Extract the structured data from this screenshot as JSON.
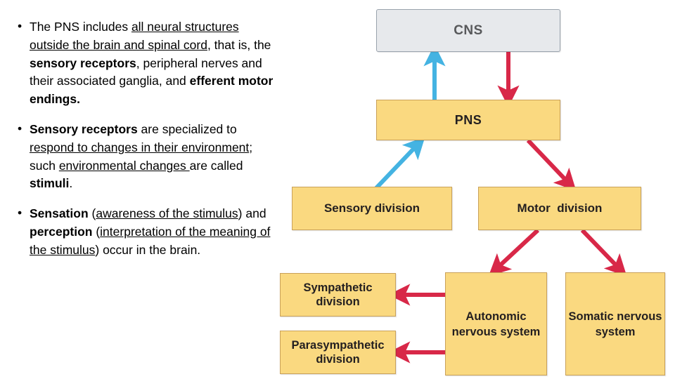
{
  "text_panel": {
    "bullets": [
      {
        "marker": "•",
        "segments": [
          {
            "text": "The PNS includes ",
            "style": "normal"
          },
          {
            "text": "all neural structures outside the brain and spinal cord",
            "style": "underline"
          },
          {
            "text": ", that is, the ",
            "style": "normal"
          },
          {
            "text": "sensory receptors",
            "style": "bold"
          },
          {
            "text": ", peripheral nerves and their associated ganglia, and ",
            "style": "normal"
          },
          {
            "text": "efferent motor endings.",
            "style": "bold"
          }
        ],
        "plain": "The PNS includes all neural structures outside the brain and spinal cord, that is, the sensory receptors, peripheral nerves and their associated ganglia, and efferent motor endings."
      },
      {
        "marker": "•",
        "segments": [
          {
            "text": "Sensory receptors",
            "style": "bold"
          },
          {
            "text": " are specialized to ",
            "style": "normal"
          },
          {
            "text": "respond to changes in their environment",
            "style": "underline"
          },
          {
            "text": "; such ",
            "style": "normal"
          },
          {
            "text": "environmental changes ",
            "style": "underline"
          },
          {
            "text": "are called ",
            "style": "normal"
          },
          {
            "text": "stimuli",
            "style": "bold"
          },
          {
            "text": ".",
            "style": "normal"
          }
        ],
        "plain": "Sensory receptors are specialized to respond to changes in their environment; such environmental changes are called stimuli."
      },
      {
        "marker": "•",
        "segments": [
          {
            "text": "Sensation",
            "style": "bold"
          },
          {
            "text": " (",
            "style": "normal"
          },
          {
            "text": "awareness of the stimulus",
            "style": "underline"
          },
          {
            "text": ") and ",
            "style": "normal"
          },
          {
            "text": "perception",
            "style": "bold"
          },
          {
            "text": " (",
            "style": "normal"
          },
          {
            "text": "interpretation of the meaning of the stimulus",
            "style": "underline"
          },
          {
            "text": ") occur in the brain.",
            "style": "normal"
          }
        ],
        "plain": "Sensation (awareness of the stimulus) and perception (interpretation of the meaning of the stimulus) occur in the brain."
      }
    ]
  },
  "diagram": {
    "colors": {
      "box_yellow_fill": "#fad980",
      "box_yellow_border": "#c9a15a",
      "box_gray_fill": "#e7e9ec",
      "box_gray_border": "#9aa3ad",
      "arrow_blue": "#44b3e2",
      "arrow_red": "#d82848",
      "text_dark": "#231f20",
      "text_gray": "#58595b"
    },
    "boxes": {
      "cns": "CNS",
      "pns": "PNS",
      "sensory_division": "Sensory division",
      "motor_division": "Motor  division",
      "sympathetic_division": "Sympathetic division",
      "parasympathetic_division": "Parasympathetic division",
      "autonomic_nervous_system": "Autonomic nervous system",
      "somatic_nervous_system": "Somatic nervous system"
    },
    "arrows": [
      {
        "name": "pns-to-cns",
        "color": "blue",
        "direction": "up",
        "from": "PNS",
        "to": "CNS"
      },
      {
        "name": "cns-to-pns",
        "color": "red",
        "direction": "down",
        "from": "CNS",
        "to": "PNS"
      },
      {
        "name": "sensory-to-pns",
        "color": "blue",
        "direction": "up-right",
        "from": "Sensory division",
        "to": "PNS"
      },
      {
        "name": "pns-to-motor",
        "color": "red",
        "direction": "down-right",
        "from": "PNS",
        "to": "Motor  division"
      },
      {
        "name": "motor-to-autonomic",
        "color": "red",
        "direction": "down-left",
        "from": "Motor  division",
        "to": "Autonomic nervous system"
      },
      {
        "name": "motor-to-somatic",
        "color": "red",
        "direction": "down-right",
        "from": "Motor  division",
        "to": "Somatic nervous system"
      },
      {
        "name": "autonomic-to-sympathetic",
        "color": "red",
        "direction": "left",
        "from": "Autonomic nervous system",
        "to": "Sympathetic division"
      },
      {
        "name": "autonomic-to-parasympathetic",
        "color": "red",
        "direction": "left",
        "from": "Autonomic nervous system",
        "to": "Parasympathetic division"
      }
    ]
  }
}
